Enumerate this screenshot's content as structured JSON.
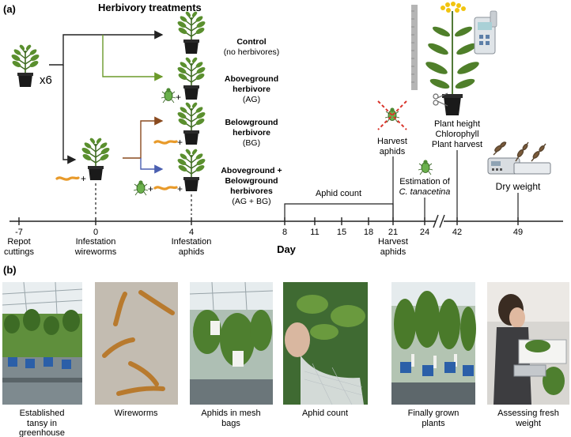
{
  "panel_a": {
    "label": "(a)",
    "treatments_title": "Herbivory treatments",
    "multiplier": "x6",
    "plus": "+",
    "control": {
      "title": "Control",
      "note": "(no herbivores)"
    },
    "ag": {
      "title_1": "Aboveground",
      "title_2": "herbivore",
      "abbr": "(AG)"
    },
    "bg": {
      "title_1": "Belowground",
      "title_2": "herbivore",
      "abbr": "(BG)"
    },
    "agbg": {
      "title_1": "Aboveground +",
      "title_2": "Belowground",
      "title_3": "herbivores",
      "abbr": "(AG + BG)"
    },
    "harvest_aphids_top": [
      "Harvest",
      "aphids"
    ],
    "estimation": [
      "Estimation of",
      "C. tanacetina"
    ],
    "plant_measures": [
      "Plant height",
      "Chlorophyll",
      "Plant harvest"
    ],
    "dry_weight": "Dry weight",
    "aphid_count": "Aphid count",
    "timeline": {
      "axis_label": "Day",
      "ticks": [
        "-7",
        "0",
        "4",
        "8",
        "11",
        "15",
        "18",
        "21",
        "24",
        "42",
        "49"
      ],
      "events": {
        "repot": [
          "Repot",
          "cuttings"
        ],
        "wireworms": [
          "Infestation",
          "wireworms"
        ],
        "aphids": [
          "Infestation",
          "aphids"
        ],
        "harvest": [
          "Harvest",
          "aphids"
        ]
      }
    }
  },
  "panel_b": {
    "label": "(b)",
    "captions": [
      [
        "Established",
        "tansy in",
        "greenhouse"
      ],
      [
        "Wireworms"
      ],
      [
        "Aphids in mesh",
        "bags"
      ],
      [
        "Aphid count"
      ],
      [
        "Finally grown",
        "plants"
      ],
      [
        "Assessing fresh",
        "weight"
      ]
    ]
  },
  "colors": {
    "ag_arrow": "#6b9a2a",
    "bg_arrow": "#8a4a1f",
    "agbg_arrow": "#4a5fb0",
    "wireworm": "#e89a2a",
    "aphid": "#6ab04c",
    "plant": "#4f7f2a",
    "pot": "#1a1a1a"
  }
}
